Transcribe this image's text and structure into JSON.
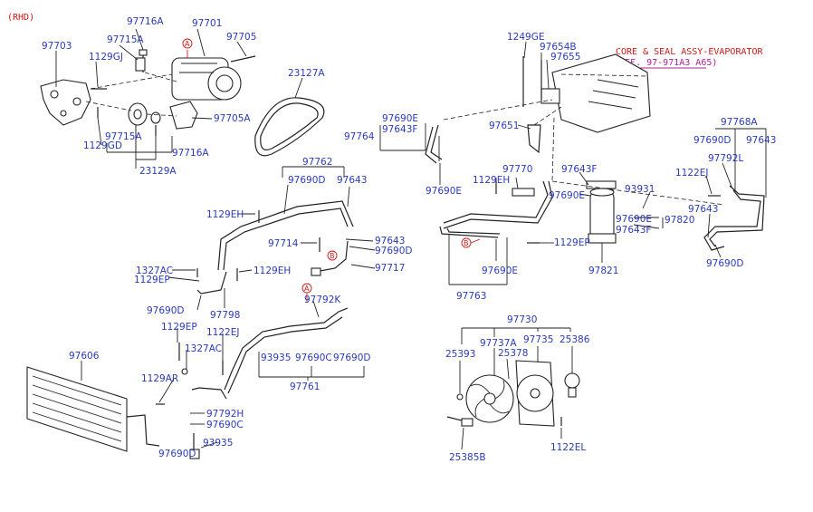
{
  "header": {
    "region": "(RHD)"
  },
  "note": {
    "title": "CORE & SEAL ASSY-EVAPORATOR",
    "ref": "(REF. 97-971A3 A65)"
  },
  "markers": {
    "a": "A",
    "b": "B"
  },
  "labels": {
    "l97716A_top": "97716A",
    "l97701": "97701",
    "l97703": "97703",
    "l97715A_top": "97715A",
    "l97705": "97705",
    "l1129GJ": "1129GJ",
    "l23127A": "23127A",
    "l97705A": "97705A",
    "l97715A_bot": "97715A",
    "l97716A_bot": "97716A",
    "l1129GD": "1129GD",
    "l23129A": "23129A",
    "l1249GE": "1249GE",
    "l97654B": "97654B",
    "l97655": "97655",
    "l97651": "97651",
    "l97690E_a": "97690E",
    "l97643F_a": "97643F",
    "l97764": "97764",
    "l97690E_b": "97690E",
    "l97762": "97762",
    "l97690D_a": "97690D",
    "l97643_a": "97643",
    "l1129EH_a": "1129EH",
    "l97714": "97714",
    "l97643_b": "97643",
    "l97690D_b": "97690D",
    "l97717": "97717",
    "l1327AC_a": "1327AC",
    "l1129EP_a": "1129EP",
    "l1129EH_b": "1129EH",
    "l97690D_c": "97690D",
    "l97792K": "97792K",
    "l97798": "97798",
    "l1129EP_b": "1129EP",
    "l1122EJ_a": "1122EJ",
    "l1327AC_b": "1327AC",
    "l97606": "97606",
    "l93935_a": "93935",
    "l97690C_a": "97690C",
    "l97690D_d": "97690D",
    "l97761": "97761",
    "l1129AR": "1129AR",
    "l97792H": "97792H",
    "l97690C_b": "97690C",
    "l97690D_e": "97690D",
    "l93935_b": "93935",
    "l97770": "97770",
    "l97643F_b": "97643F",
    "l1129EH_c": "1129EH",
    "l97690E_c": "97690E",
    "l93931": "93931",
    "l97690E_d": "97690E",
    "l97643F_c": "97643F",
    "l97820": "97820",
    "l1129EP_c": "1129EP",
    "l97690E_e": "97690E",
    "l97821": "97821",
    "l97763": "97763",
    "l97768A": "97768A",
    "l97690D_f": "97690D",
    "l97643_c": "97643",
    "l97792L": "97792L",
    "l1122EJ_b": "1122EJ",
    "l97643_d": "97643",
    "l97690D_g": "97690D",
    "l97730": "97730",
    "l97737A": "97737A",
    "l97735": "97735",
    "l25393": "25393",
    "l25378": "25378",
    "l25386": "25386",
    "l25385B": "25385B",
    "l1122EL": "1122EL"
  }
}
